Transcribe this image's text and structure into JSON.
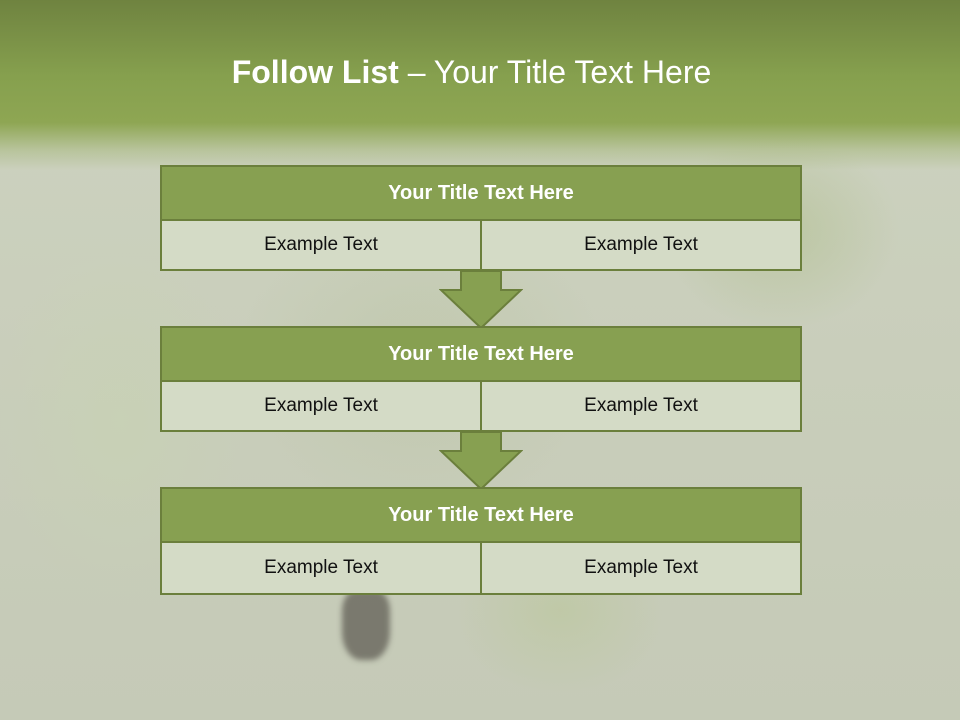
{
  "slide": {
    "title_strong": "Follow List",
    "title_rest": " – Your Title Text Here"
  },
  "blocks": [
    {
      "title": "Your Title Text Here",
      "left": "Example Text",
      "right": "Example Text"
    },
    {
      "title": "Your Title Text Here",
      "left": "Example Text",
      "right": "Example Text"
    },
    {
      "title": "Your Title Text Here",
      "left": "Example Text",
      "right": "Example Text"
    }
  ],
  "colors": {
    "header_green": "#86a04e",
    "block_title": "#87a051",
    "cell_fill": "#d4dbc6",
    "border": "#6b7f3c",
    "arrow": "#87a051"
  },
  "icons": [
    "down-arrow-icon",
    "down-arrow-icon"
  ]
}
